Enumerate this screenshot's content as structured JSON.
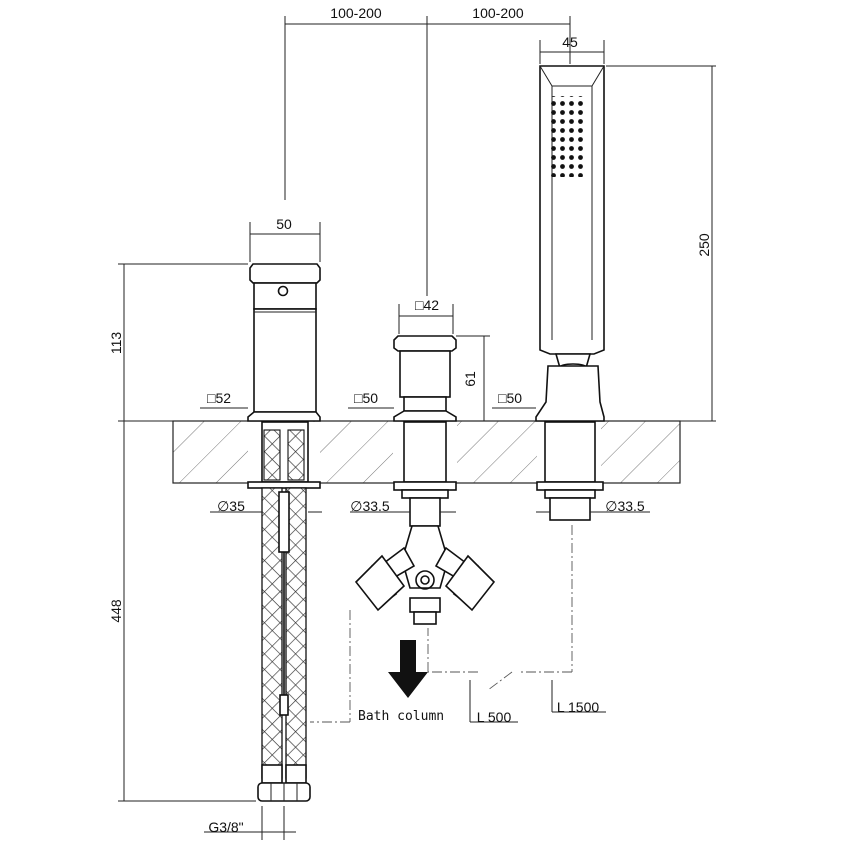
{
  "dimensions": {
    "spacing_left": "100-200",
    "spacing_right": "100-200",
    "handshower_width": "45",
    "mixer_width": "50",
    "diverter_square": "□42",
    "mixer_base": "□52",
    "diverter_base": "□50",
    "handshower_base": "□50",
    "mixer_height": "113",
    "diverter_height": "61",
    "handshower_length": "250",
    "mixer_shank": "∅35",
    "diverter_shank": "∅33.5",
    "handshower_shank": "∅33.5",
    "hose_length": "448",
    "thread": "G3/8\""
  },
  "labels": {
    "bath_column": "Bath column",
    "hose_500": "L 500",
    "hose_1500": "L 1500"
  }
}
